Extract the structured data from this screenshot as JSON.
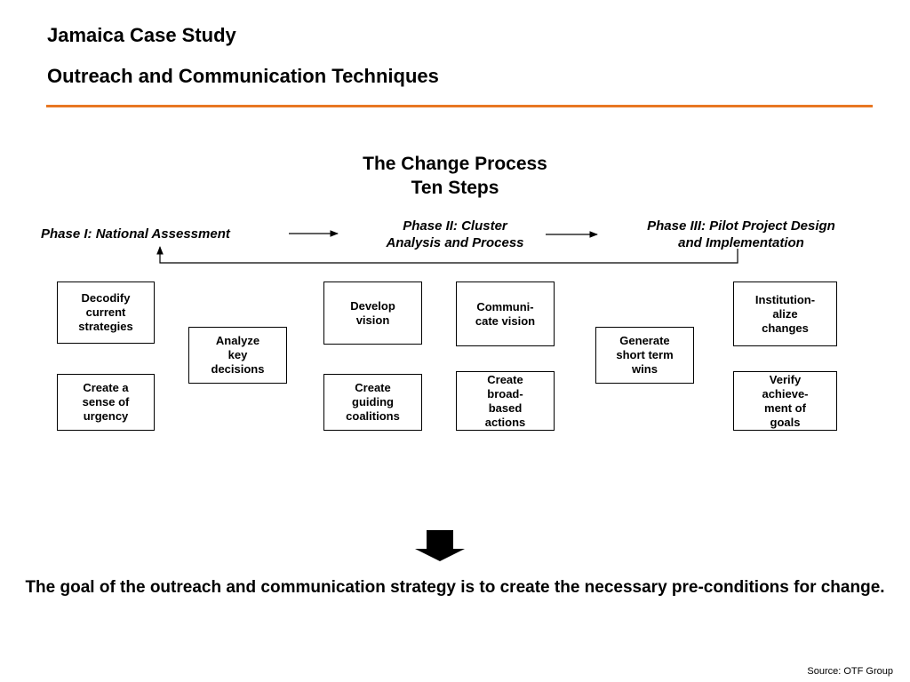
{
  "header": {
    "title": "Jamaica Case Study",
    "subtitle": "Outreach and Communication Techniques",
    "rule_color": "#E87722"
  },
  "diagram": {
    "title_line1": "The Change Process",
    "title_line2": "Ten Steps",
    "phases": {
      "phase1": "Phase I:  National Assessment",
      "phase2_line1": "Phase II:  Cluster",
      "phase2_line2": "Analysis and Process",
      "phase3_line1": "Phase III:  Pilot Project Design",
      "phase3_line2": "and Implementation"
    },
    "steps": [
      "Decodify\ncurrent\nstrategies",
      "Create a\nsense of\nurgency",
      "Analyze\nkey\ndecisions",
      "Develop\nvision",
      "Create\nguiding\ncoalitions",
      "Communi-\ncate vision",
      "Create\nbroad-\nbased\nactions",
      "Generate\nshort term\nwins",
      "Institution-\nalize\nchanges",
      "Verify\nachieve-\nment of\ngoals"
    ]
  },
  "goal_text": "The goal of the outreach and communication strategy is to create the necessary pre-conditions for change.",
  "source": "Source: OTF Group",
  "icons": {
    "down_arrow": "down-arrow-icon"
  }
}
